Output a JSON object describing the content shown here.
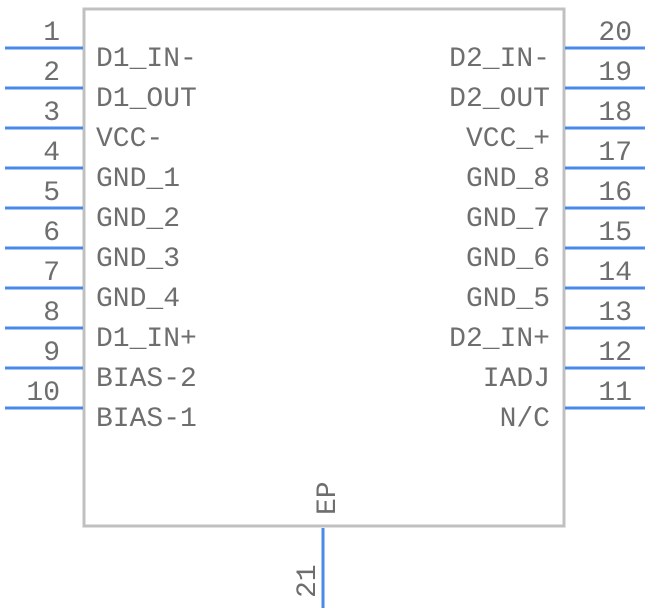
{
  "component": {
    "outline_color": "#c0c0c0",
    "pin_color": "#4a8ae8",
    "text_color": "#6e6e6e",
    "left_pins": [
      {
        "number": "1",
        "label": "D1_IN-"
      },
      {
        "number": "2",
        "label": "D1_OUT"
      },
      {
        "number": "3",
        "label": "VCC-"
      },
      {
        "number": "4",
        "label": "GND_1"
      },
      {
        "number": "5",
        "label": "GND_2"
      },
      {
        "number": "6",
        "label": "GND_3"
      },
      {
        "number": "7",
        "label": "GND_4"
      },
      {
        "number": "8",
        "label": "D1_IN+"
      },
      {
        "number": "9",
        "label": "BIAS-2"
      },
      {
        "number": "10",
        "label": "BIAS-1"
      }
    ],
    "right_pins": [
      {
        "number": "20",
        "label": "D2_IN-"
      },
      {
        "number": "19",
        "label": "D2_OUT"
      },
      {
        "number": "18",
        "label": "VCC_+"
      },
      {
        "number": "17",
        "label": "GND_8"
      },
      {
        "number": "16",
        "label": "GND_7"
      },
      {
        "number": "15",
        "label": "GND_6"
      },
      {
        "number": "14",
        "label": "GND_5"
      },
      {
        "number": "13",
        "label": "D2_IN+"
      },
      {
        "number": "12",
        "label": "IADJ"
      },
      {
        "number": "11",
        "label": "N/C"
      }
    ],
    "bottom_pins": [
      {
        "number": "21",
        "label": "EP"
      }
    ]
  }
}
